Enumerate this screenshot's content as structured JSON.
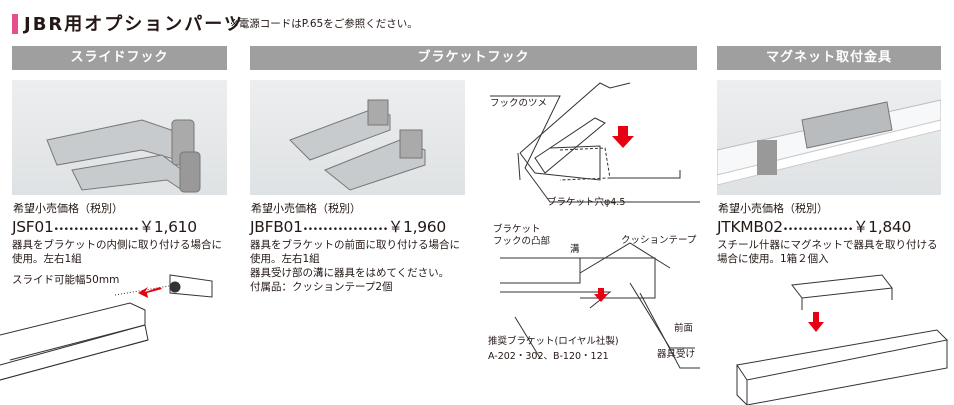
{
  "header": {
    "title": "JBR用オプションパーツ",
    "note": "※電源コードはP.65をご参照ください。"
  },
  "products": [
    {
      "section": "スライドフック",
      "price_label": "希望小売価格（税別）",
      "code": "JSF01",
      "dots": "•••••••••••••••••",
      "price": "￥1,610",
      "desc": [
        "器具をブラケットの内側に取り付ける場合に",
        "使用。左右1組"
      ],
      "callout": "スライド可能幅50mm"
    },
    {
      "section": "ブラケットフック",
      "price_label": "希望小売価格（税別）",
      "code": "JBFB01",
      "dots": "•••••••••••••••••",
      "price": "￥1,960",
      "desc": [
        "器具をブラケットの前面に取り付ける場合に",
        "使用。左右1組",
        "器具受け部の溝に器具をはめてください。",
        "付属品：クッションテープ2個"
      ]
    },
    {
      "section": "マグネット取付金具",
      "price_label": "希望小売価格（税別）",
      "code": "JTKMB02",
      "dots": "••••••••••••••",
      "price": "￥1,840",
      "desc": [
        "スチール什器にマグネットで器具を取り付ける",
        "場合に使用。1箱２個入"
      ]
    }
  ],
  "diagram": {
    "hook_claw": "フックのツメ",
    "bracket_hole": "ブラケット穴φ4.5",
    "bracket_hook_boss": [
      "ブラケット",
      "フックの凸部"
    ],
    "groove": "溝",
    "cushion_tape": "クッションテープ",
    "front": "前面",
    "fixture_receiver": "器具受け",
    "recommended": "推奨ブラケット(ロイヤル社製)",
    "models": "A-202・302、B-120・121"
  },
  "colors": {
    "accent": "#e4508c",
    "section": "#9f9f9f",
    "arrow": "#e60012"
  }
}
